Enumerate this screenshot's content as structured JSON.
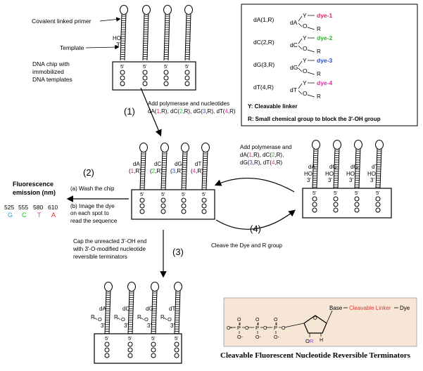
{
  "labels": {
    "covalent_primer": "Covalent linked primer",
    "template": "Template",
    "chip_desc": [
      "DNA chip with",
      "immobilized",
      "DNA templates"
    ],
    "step1": "(1)",
    "step2": "(2)",
    "step3": "(3)",
    "step4": "(4)",
    "step1_text": [
      "Add polymerase and nucleotides"
    ],
    "wash": "(a) Wash the chip",
    "image_dye": [
      "(b) Image the dye",
      "on each spot to",
      "read the sequence"
    ],
    "fluor_title": [
      "Fluorescence",
      "emission (nm)"
    ],
    "wavelengths": [
      "525",
      "555",
      "580",
      "610"
    ],
    "bases": [
      "G",
      "C",
      "T",
      "A"
    ],
    "cap_text": [
      "Cap the unreacted 3'-OH end",
      "with 3'-O-modified nucleotide",
      "reversible terminators"
    ],
    "step4_top": [
      "Add polymerase and"
    ],
    "cleave_text": "Cleave the Dye and R group",
    "bottom_title": "Cleavable Fluorescent Nucleotide Reversible Terminators",
    "ho": "HO",
    "three_prime": "3'",
    "five_prime": "5'",
    "r_label": "R"
  },
  "legend": {
    "rows": [
      {
        "name": "dA(1,R)",
        "base": "dA",
        "dye": "dye-1",
        "color": "#e0246a"
      },
      {
        "name": "dC(2,R)",
        "base": "dC",
        "dye": "dye-2",
        "color": "#2cb52c"
      },
      {
        "name": "dG(3,R)",
        "base": "dG",
        "dye": "dye-3",
        "color": "#2b4ec9"
      },
      {
        "name": "dT(4,R)",
        "base": "dT",
        "dye": "dye-4",
        "color": "#d6339c"
      }
    ],
    "y_label": "Y",
    "o_label": "O",
    "r_label": "R",
    "y_note": "Y: Cleavable linker",
    "r_note": "R: Small chemical group to block the 3'-OH group"
  },
  "nucleotides": {
    "dA": "dA",
    "dC": "dC",
    "dG": "dG",
    "dT": "dT",
    "one_r": [
      "(",
      "1",
      ",R)"
    ],
    "two_r": [
      "(",
      "2",
      ",R)"
    ],
    "three_r": [
      "(",
      "3",
      ",R)"
    ],
    "four_r": [
      "(",
      "4",
      ",R)"
    ]
  },
  "structure": {
    "base_label": "Base",
    "linker_label": "Cleavable Linker",
    "dye_label": "Dye",
    "o_minus": "O",
    "p": "P",
    "o": "O",
    "h": "H",
    "or_o": "O",
    "or_r": "R"
  },
  "colors": {
    "dye1": "#e0246a",
    "dye2": "#2cb52c",
    "dye3": "#2b4ec9",
    "dye4": "#d6339c",
    "G": "#2a9bd6",
    "C": "#2cb52c",
    "T": "#c83bbf",
    "A": "#e02424",
    "box_fill": "#f7e6d6",
    "linker": "#e03a3a"
  }
}
